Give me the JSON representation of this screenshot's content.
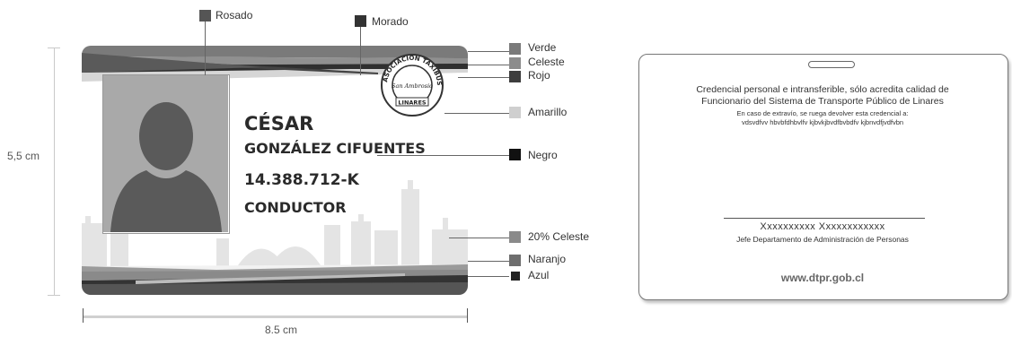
{
  "dimensions": {
    "height": "5,5 cm",
    "width": "8.5 cm"
  },
  "color_labels": {
    "rosado": "Rosado",
    "morado": "Morado",
    "verde": "Verde",
    "celeste": "Celeste",
    "rojo": "Rojo",
    "amarillo": "Amarillo",
    "negro": "Negro",
    "celeste20": "20% Celeste",
    "naranjo": "Naranjo",
    "azul": "Azul"
  },
  "front": {
    "first_name": "CÉSAR",
    "last_name": "GONZÁLEZ CIFUENTES",
    "rut": "14.388.712-K",
    "role": "CONDUCTOR",
    "logo": {
      "ring_text": "ASOCIACION TAXIBUSES",
      "center_text": "San Ambrosio",
      "banner_text": "LINARES"
    }
  },
  "back": {
    "line1": "Credencial personal e intransferible, sólo acredita calidad de",
    "line2": "Funcionario del Sistema de Transporte Público de Linares",
    "line3": "En caso de extravío, se ruega devolver esta credencial a:",
    "line4": "vdsvdfvv hbvbfdhbvlfv kjbvkjbvdfbvbdfv kjbnvdfjvdfvbn",
    "signature_name": "Xxxxxxxxxx Xxxxxxxxxxxx",
    "signature_title": "Jefe Departamento de Administración de Personas",
    "website": "www.dtpr.gob.cl"
  },
  "swatch_colors": {
    "rosado": "#555555",
    "morado": "#333333",
    "verde": "#7a7a7a",
    "celeste": "#8c8c8c",
    "rojo": "#3d3d3d",
    "amarillo": "#cfcfcf",
    "negro": "#111111",
    "celeste20": "#8a8a8a",
    "naranjo": "#6e6e6e",
    "azul": "#222222"
  }
}
